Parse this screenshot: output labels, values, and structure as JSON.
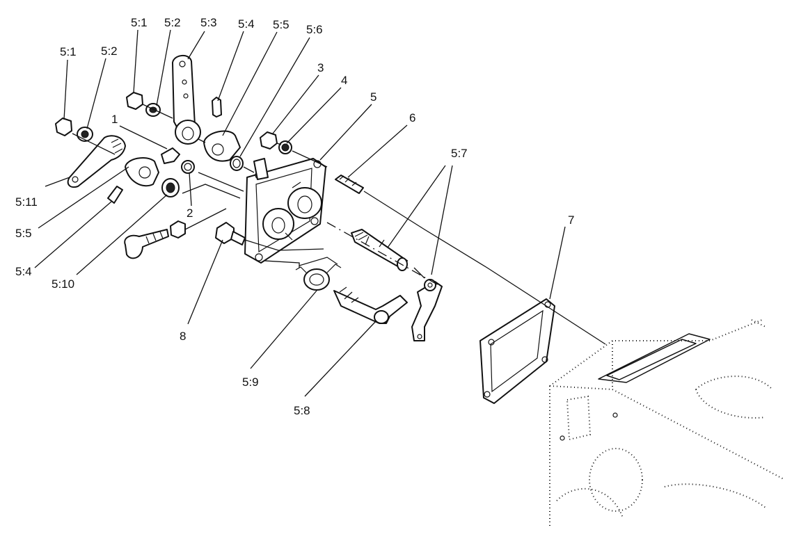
{
  "labels": {
    "l_5_1a": "5:1",
    "l_5_2a": "5:2",
    "l_5_1b": "5:1",
    "l_5_2b": "5:2",
    "l_5_3": "5:3",
    "l_5_4a": "5:4",
    "l_5_5a": "5:5",
    "l_5_6": "5:6",
    "l_3": "3",
    "l_4": "4",
    "l_5": "5",
    "l_6": "6",
    "l_1": "1",
    "l_2": "2",
    "l_5_11": "5:11",
    "l_5_5b": "5:5",
    "l_5_4b": "5:4",
    "l_5_10": "5:10",
    "l_8": "8",
    "l_5_9": "5:9",
    "l_5_8": "5:8",
    "l_5_7": "5:7",
    "l_7": "7"
  }
}
